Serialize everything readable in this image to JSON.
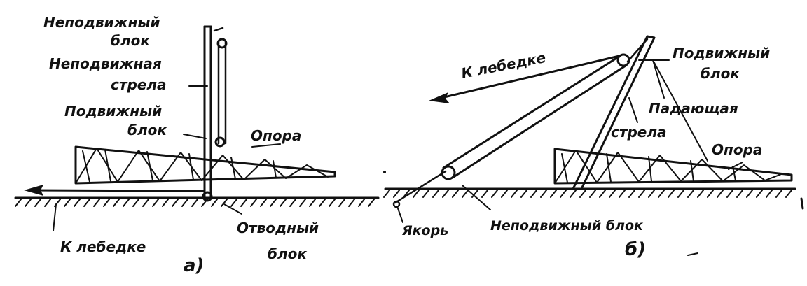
{
  "diagram_a": {
    "labels": {
      "fixed_block_1": "Неподвижный",
      "fixed_block_2": "блок",
      "fixed_boom_1": "Неподвижная",
      "fixed_boom_2": "стрела",
      "movable_block_1": "Подвижный",
      "movable_block_2": "блок",
      "support": "Опора",
      "to_winch": "К лебедке",
      "deflect_block_1": "Отводный",
      "deflect_block_2": "блок",
      "caption": "а)"
    }
  },
  "diagram_b": {
    "labels": {
      "to_winch": "К лебедке",
      "movable_block_1": "Подвижный",
      "movable_block_2": "блок",
      "falling_boom_1": "Падающая",
      "falling_boom_2": "стрела",
      "support": "Опора",
      "anchor": "Якорь",
      "fixed_block": "Неподвижный блок",
      "caption": "б)"
    }
  },
  "colors": {
    "ink": "#111111",
    "background": "#ffffff"
  }
}
